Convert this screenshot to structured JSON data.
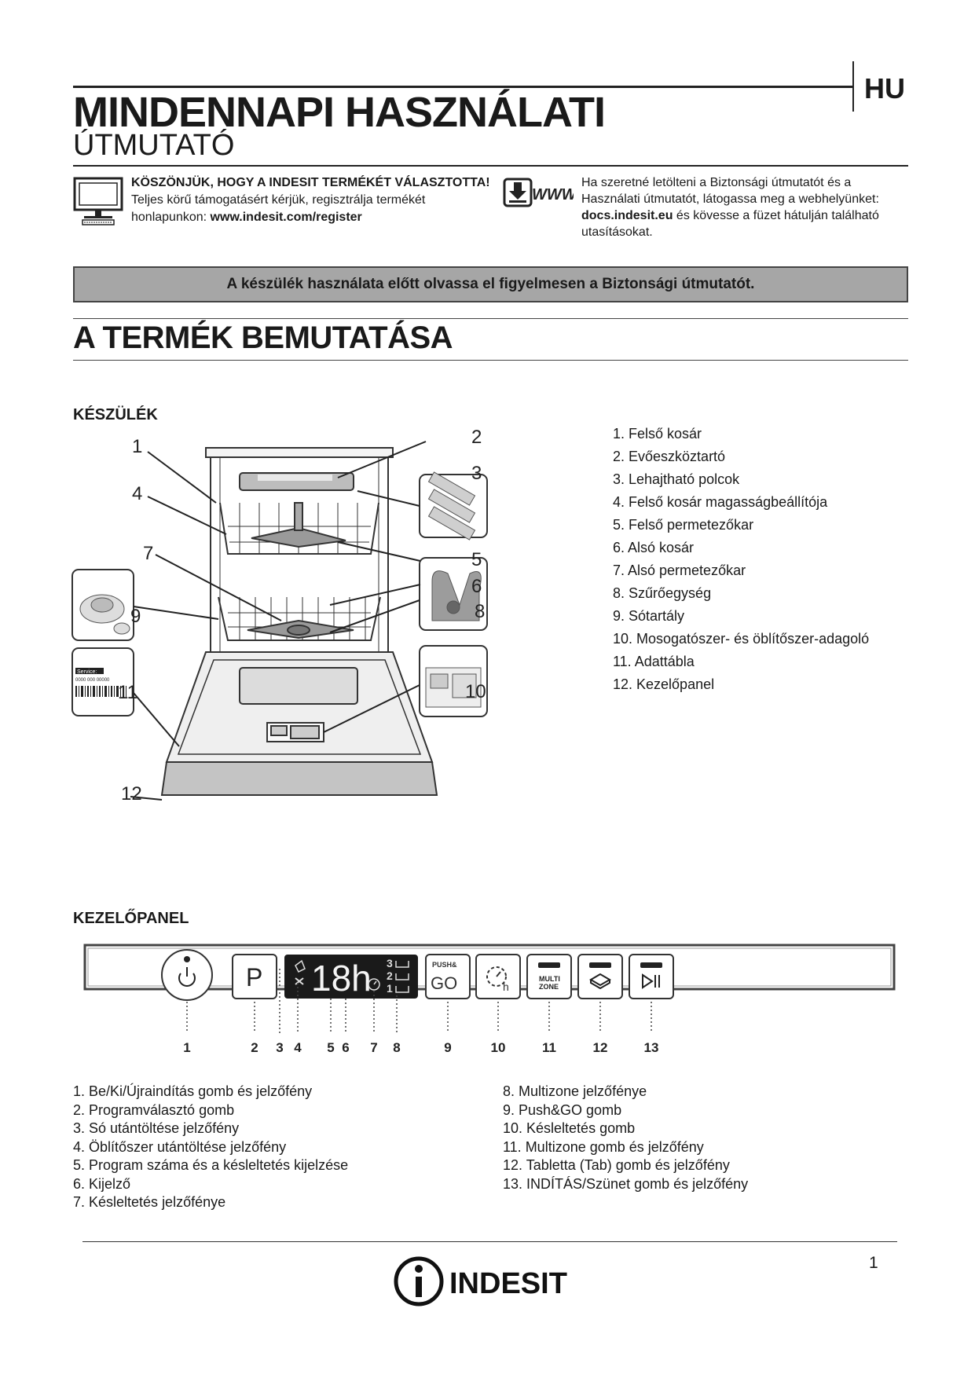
{
  "header": {
    "lang": "HU",
    "title_line1": "MINDENNAPI HASZNÁLATI",
    "title_line2": "ÚTMUTATÓ"
  },
  "intro": {
    "left_bold": "KÖSZÖNJÜK, HOGY A INDESIT TERMÉKÉT VÁLASZTOTTA!",
    "left_text": "Teljes körű támogatásért kérjük, regisztrálja termékét honlapunkon:",
    "left_link": "www.indesit.com/register",
    "right_text1": "Ha szeretné letölteni a Biztonsági útmutatót és a Használati útmutatót, látogassa meg a webhelyünket:",
    "right_link": "docs.indesit.eu",
    "right_text2": "és kövesse a füzet hátulján található utasításokat.",
    "www_label": "WWW"
  },
  "warning": "A készülék használata előtt olvassa el figyelmesen a Biztonsági útmutatót.",
  "section_title": "A TERMÉK BEMUTATÁSA",
  "appliance": {
    "heading": "KÉSZÜLÉK",
    "items": [
      "1.  Felső kosár",
      "2.  Evőeszköztartó",
      "3.  Lehajtható polcok",
      "4.  Felső kosár magasságbeállítója",
      "5.  Felső permetezőkar",
      "6.  Alsó kosár",
      "7.  Alsó permetezőkar",
      "8.  Szűrőegység",
      "9.  Sótartály",
      "10.  Mosogatószer- és öblítőszer-adagoló",
      "11.  Adattábla",
      "12.  Kezelőpanel"
    ],
    "callouts": [
      "1",
      "2",
      "3",
      "4",
      "5",
      "6",
      "7",
      "8",
      "9",
      "10",
      "11",
      "12"
    ],
    "service_label": "Service:",
    "service_number": "0000 000 00000"
  },
  "control_panel": {
    "heading": "KEZELŐPANEL",
    "p_label": "P",
    "display_digits": "18h",
    "push_label": "PUSH&",
    "go_label": "GO",
    "multizone_label1": "MULTI",
    "multizone_label2": "ZONE",
    "level_labels": [
      "3",
      "2",
      "1"
    ],
    "callouts": [
      "1",
      "2",
      "3",
      "4",
      "5",
      "6",
      "7",
      "8",
      "9",
      "10",
      "11",
      "12",
      "13"
    ],
    "items_left": [
      "1.  Be/Ki/Újraindítás gomb és jelzőfény",
      "2.  Programválasztó gomb",
      "3.  Só utántöltése jelzőfény",
      "4.  Öblítőszer utántöltése jelzőfény",
      "5.  Program száma és a késleltetés kijelzése",
      "6.  Kijelző",
      "7.  Késleltetés jelzőfénye"
    ],
    "items_right": [
      "8.  Multizone jelzőfénye",
      "9.  Push&GO gomb",
      "10.  Késleltetés gomb",
      "11.  Multizone gomb és jelzőfény",
      "12.  Tabletta (Tab) gomb és jelzőfény",
      "13.  INDÍTÁS/Szünet gomb és jelzőfény"
    ]
  },
  "footer": {
    "brand": "INDESIT",
    "page_number": "1"
  }
}
